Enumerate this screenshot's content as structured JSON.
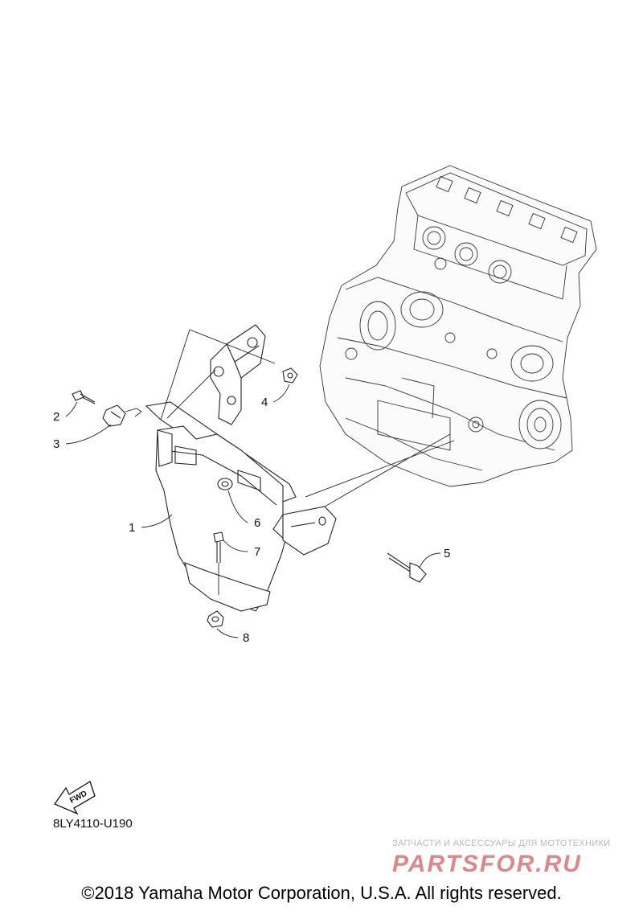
{
  "callouts": {
    "c1": "1",
    "c2": "2",
    "c3": "3",
    "c4": "4",
    "c5": "5",
    "c6": "6",
    "c7": "7",
    "c8": "8"
  },
  "fwd_label": "FWD",
  "diagram_code": "8LY4110-U190",
  "watermark": {
    "tagline": "ЗАПЧАСТИ И АКСЕССУАРЫ ДЛЯ МОТОТЕХНИКИ",
    "logo_text": "PARTSFOR.RU",
    "color": "#c0262c"
  },
  "copyright": "©2018 Yamaha Motor Corporation, U.S.A. All rights reserved."
}
